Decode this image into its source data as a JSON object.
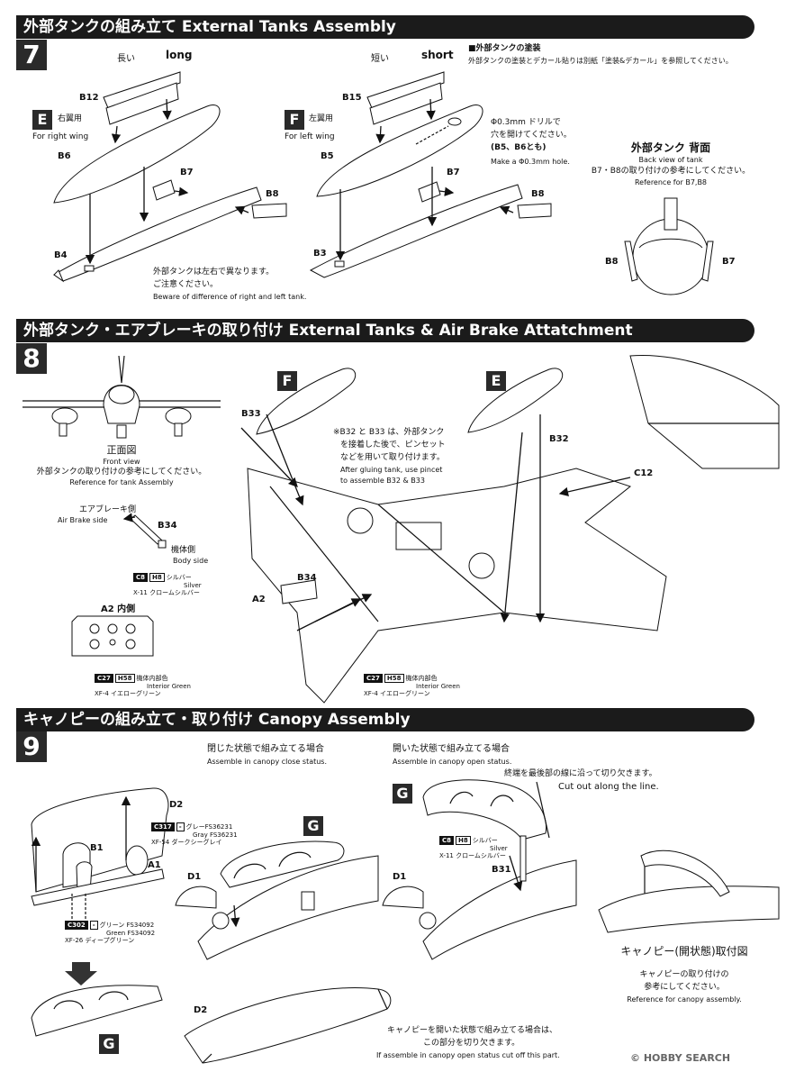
{
  "sections": {
    "s7": {
      "title": "外部タンクの組み立て External Tanks Assembly",
      "step": "7",
      "left": {
        "long_jp": "長い",
        "long_en": "long",
        "badge": "E",
        "wing_jp": "右翼用",
        "wing_en": "For right wing",
        "parts": [
          "B12",
          "B6",
          "B7",
          "B8",
          "B4"
        ]
      },
      "right": {
        "short_jp": "短い",
        "short_en": "short",
        "badge": "F",
        "wing_jp": "左翼用",
        "wing_en": "For left wing",
        "parts": [
          "B15",
          "B5",
          "B7",
          "B8",
          "B3"
        ],
        "drill_jp1": "Φ0.3mm ドリルで",
        "drill_jp2": "穴を開けてください。",
        "drill_jp3": "(B5、B6とも)",
        "drill_en": "Make a Φ0.3mm hole."
      },
      "paint_head": "■外部タンクの塗装",
      "paint_text": "外部タンクの塗装とデカール貼りは別紙「塗装&デカール」を参照してください。",
      "warn_jp1": "外部タンクは左右で異なります。",
      "warn_jp2": "ご注意ください。",
      "warn_en": "Beware of difference of right and left tank.",
      "back_jp": "外部タンク 背面",
      "back_en": "Back view of tank",
      "back_ref_jp": "B7・B8の取り付けの参考にしてください。",
      "back_ref_en": "Reference for B7,B8",
      "back_parts": [
        "B8",
        "B7"
      ]
    },
    "s8": {
      "title": "外部タンク・エアブレーキの取り付け External Tanks & Air Brake Attatchment",
      "step": "8",
      "front_jp": "正面図",
      "front_en": "Front view",
      "front_ref_jp": "外部タンクの取り付けの参考にしてください。",
      "front_ref_en": "Reference for tank Assembly",
      "airbrake_jp": "エアブレーキ側",
      "airbrake_en": "Air Brake side",
      "body_jp": "機体側",
      "body_en": "Body side",
      "part_b34": "B34",
      "paint_c8": {
        "code": "C8",
        "h": "H8",
        "jp": "シルバー",
        "en": "Silver",
        "x": "X-11 クロームシルバー"
      },
      "a2_inner": "A2 内側",
      "paint_c27": {
        "code": "C27",
        "h": "H58",
        "jp": "機体内部色",
        "en": "Interior Green",
        "x": "XF-4 イエローグリーン"
      },
      "badge_f": "F",
      "badge_e": "E",
      "b33": "B33",
      "b32": "B32",
      "c12": "C12",
      "b34b": "B34",
      "a2": "A2",
      "note_jp1": "※B32 と B33 は、外部タンク",
      "note_jp2": "を接着した後で、ピンセット",
      "note_jp3": "などを用いて取り付けます。",
      "note_en1": "After gluing tank, use pincet",
      "note_en2": "to assemble B32 & B33"
    },
    "s9": {
      "title": "キャノピーの組み立て・取り付け Canopy Assembly",
      "step": "9",
      "closed_jp": "閉じた状態で組み立てる場合",
      "closed_en": "Assemble in canopy close status.",
      "open_jp": "開いた状態で組み立てる場合",
      "open_en": "Assemble in canopy open status.",
      "cut_jp": "終端を最後部の線に沿って切り欠きます。",
      "cut_en": "Cut out along the line.",
      "parts": {
        "d2": "D2",
        "b1": "B1",
        "a1": "A1",
        "d1a": "D1",
        "d1b": "D1",
        "b31": "B31",
        "d2b": "D2"
      },
      "badge_g1": "G",
      "badge_g2": "G",
      "badge_g3": "G",
      "paint_c317": {
        "code": "C317",
        "h": "-",
        "jp": "グレーFS36231",
        "en": "Gray FS36231",
        "x": "XF-54 ダークシーグレイ"
      },
      "paint_c302": {
        "code": "C302",
        "h": "-",
        "jp": "グリーン FS34092",
        "en": "Green FS34092",
        "x": "XF-26 ディープグリーン"
      },
      "paint_c8": {
        "code": "C8",
        "h": "H8",
        "jp": "シルバー",
        "en": "Silver",
        "x": "X-11 クロームシルバー"
      },
      "open_view_jp": "キャノピー(開状態)取付図",
      "open_ref_jp1": "キャノピーの取り付けの",
      "open_ref_jp2": "参考にしてください。",
      "open_ref_en": "Reference for canopy assembly.",
      "cutoff_jp1": "キャノピーを開いた状態で組み立てる場合は、",
      "cutoff_jp2": "この部分を切り欠きます。",
      "cutoff_en": "If assemble in canopy open status cut off this part."
    }
  },
  "watermark": {
    "brand": "HOBBY SEARCH",
    "copy": "©"
  }
}
